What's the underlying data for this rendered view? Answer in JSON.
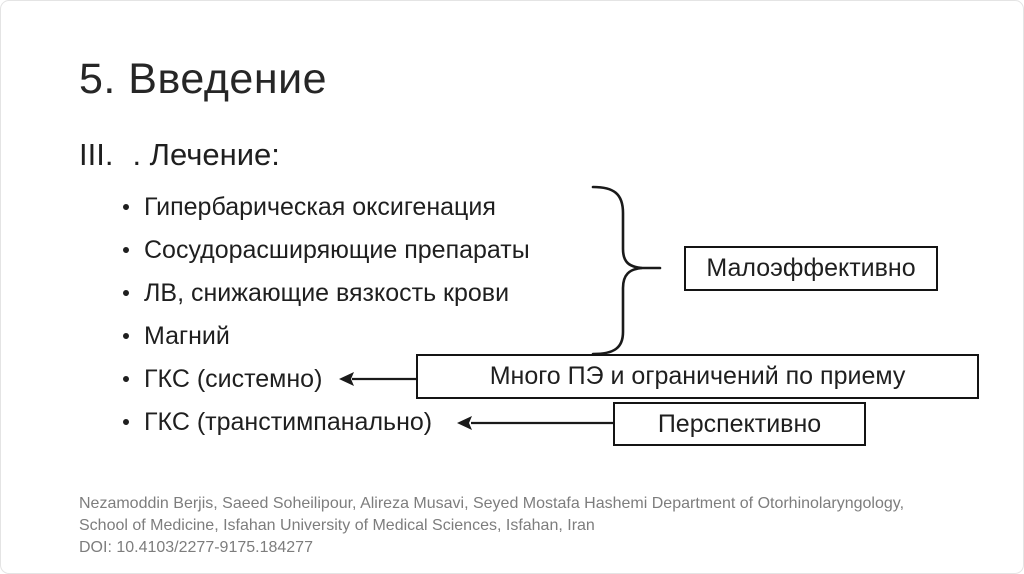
{
  "slide": {
    "title": "5. Введение",
    "section": {
      "numeral": "III.",
      "text": ". Лечение:"
    },
    "bullets": [
      "Гипербарическая оксигенация",
      "Сосудорасширяющие препараты",
      "ЛВ, снижающие вязкость крови",
      "Магний",
      "ГКС (системно)",
      "ГКС (транстимпанально)"
    ],
    "callouts": {
      "ineffective": "Малоэффективно",
      "side_effects": "Много ПЭ и ограничений по приему",
      "promising": "Перспективно"
    },
    "citation": {
      "line1": "Nezamoddin Berjis, Saeed Soheilipour, Alireza Musavi, Seyed Mostafa Hashemi Department of Otorhinolaryngology,",
      "line2": "School of Medicine, Isfahan University of Medical Sciences, Isfahan, Iran",
      "line3": "DOI: 10.4103/2277-9175.184277"
    },
    "colors": {
      "text": "#1f1f1f",
      "citation_text": "#7d7d7d",
      "box_border": "#141414",
      "slide_border": "#e4e4e4",
      "background": "#ffffff"
    }
  }
}
